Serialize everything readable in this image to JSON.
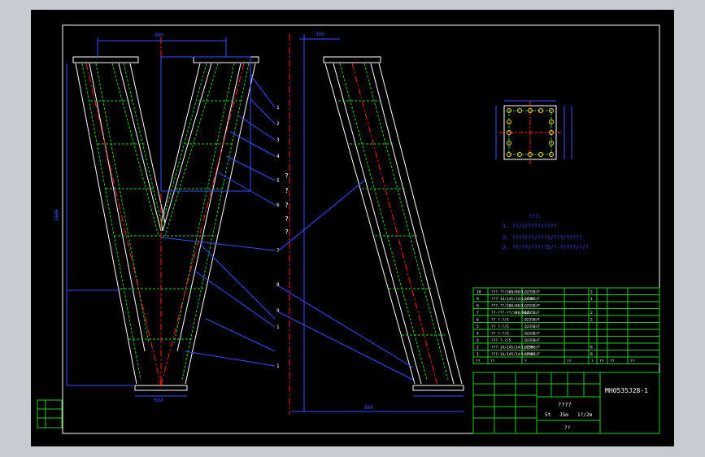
{
  "drawing": {
    "title_block": {
      "drawing_number": "MH0535J28-1",
      "name": "????",
      "specs": [
        "5t",
        "J5m",
        "1?/2m"
      ],
      "material": "??"
    },
    "notes": {
      "heading": "???:",
      "lines": [
        "1. ??/?/????/????",
        "2. ????/??/????/???/?????",
        "3. ??/??/???/?5/?-?/???/???"
      ]
    },
    "callouts_left": [
      "1",
      "2",
      "3",
      "4",
      "5",
      "6",
      "7",
      "8",
      "9",
      "1",
      "1"
    ],
    "callouts_mid": [
      "?",
      "?",
      "?",
      "?",
      "?"
    ],
    "bom": {
      "rows": [
        {
          "no": "10",
          "name": "???-??/380/80/L",
          "mat": "Q235B/F",
          "qty": "2"
        },
        {
          "no": "9",
          "name": "???-14/145/14/L/150",
          "mat": "Q235B/F",
          "qty": "1"
        },
        {
          "no": "8",
          "name": "???-??/380/80/L",
          "mat": "Q235B/F",
          "qty": ""
        },
        {
          "no": "7",
          "name": "??-???-??/380/80/L",
          "mat": "Q235B/F",
          "qty": "2"
        },
        {
          "no": "6",
          "name": "?? ?-?/5",
          "mat": "Q235B/F",
          "qty": "2"
        },
        {
          "no": "5",
          "name": "?? ?-?/5",
          "mat": "Q235B/F",
          "qty": ""
        },
        {
          "no": "4",
          "name": "?? ?-?/5",
          "mat": "Q235B/F",
          "qty": ""
        },
        {
          "no": "3",
          "name": "??? ?-?/5",
          "mat": "Q235B/F",
          "qty": ""
        },
        {
          "no": "2",
          "name": "???-14/145/14/L/150",
          "mat": "Q235B/F",
          "qty": "8"
        },
        {
          "no": "1",
          "name": "???-14/145/14/L/150",
          "mat": "Q235B/F",
          "qty": "8"
        }
      ],
      "header": [
        "??",
        "??",
        "?",
        "??",
        "?",
        "??",
        "??",
        "??"
      ]
    },
    "dims": {
      "top_left": "500",
      "top_right": "300",
      "bottom_left": "650",
      "bottom_right": "800",
      "height": "5000"
    }
  },
  "colors": {
    "bg": "#000000",
    "frame": "#ffffff",
    "structure": "#ffffff",
    "hidden": "#22cc22",
    "center": "#ff2020",
    "dimension": "#3a4cff",
    "table": "#22cc22"
  }
}
